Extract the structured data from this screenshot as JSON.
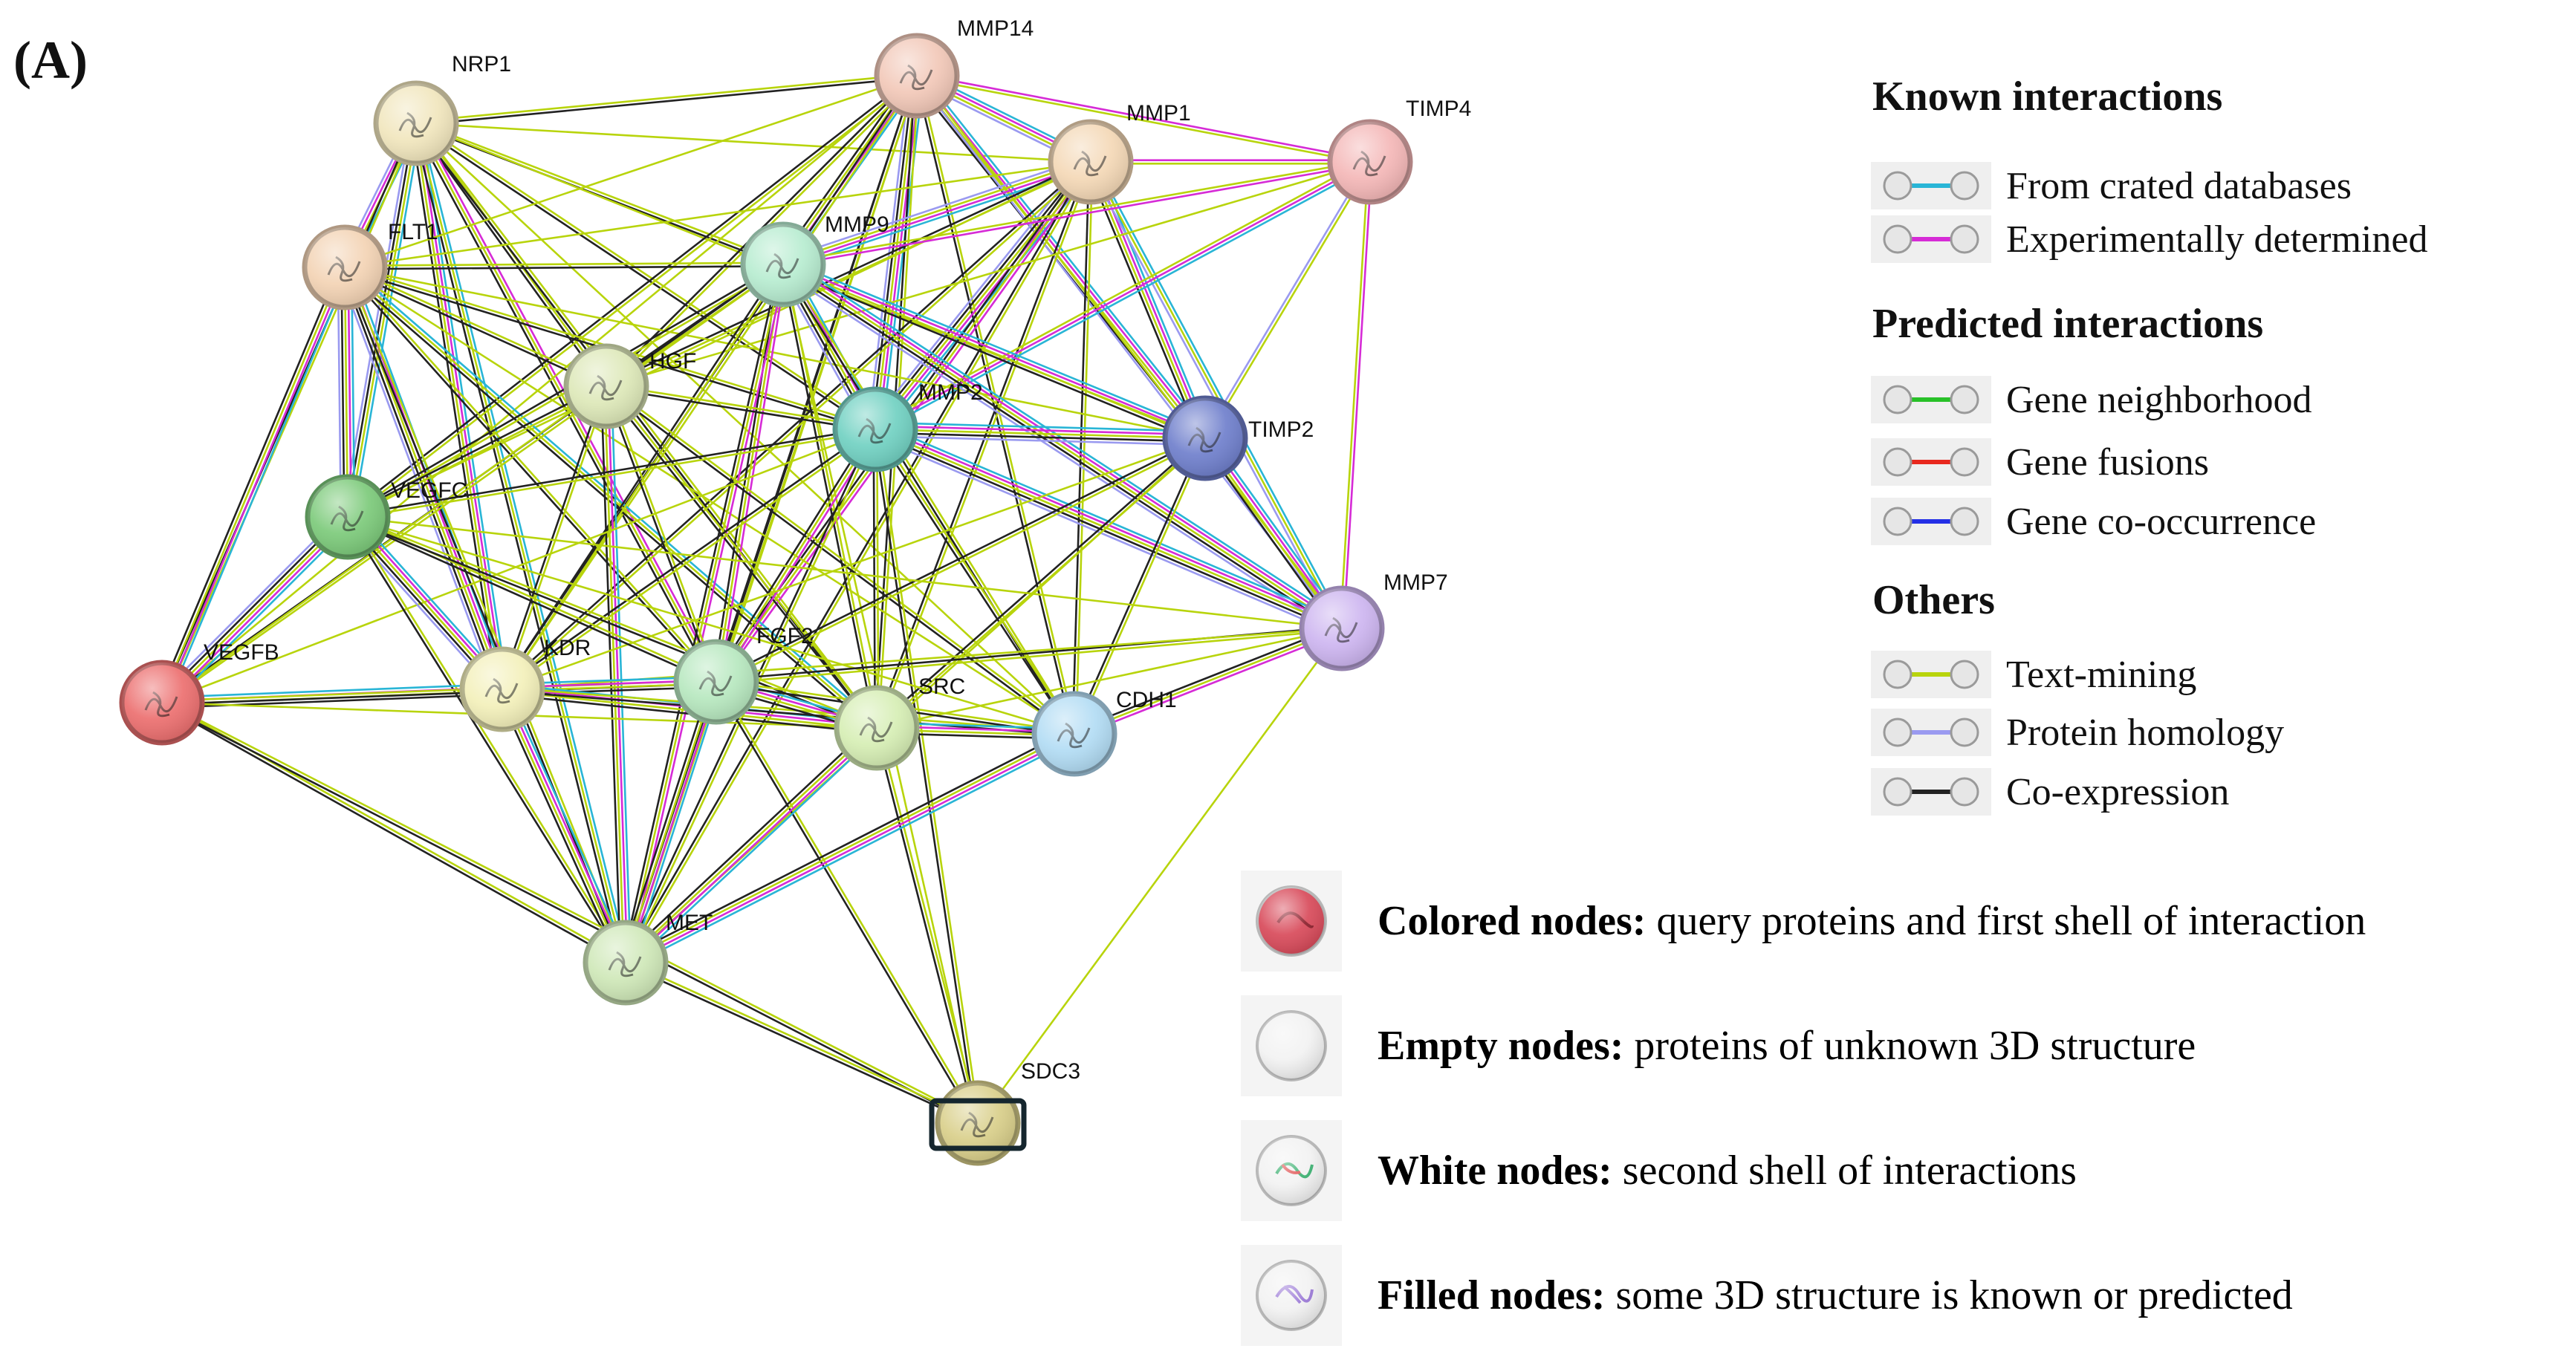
{
  "panel_label": "(A)",
  "nodes": [
    {
      "id": "NRP1",
      "label": "NRP1",
      "color": "#f1e6bd"
    },
    {
      "id": "MMP14",
      "label": "MMP14",
      "color": "#f2c8b8"
    },
    {
      "id": "MMP1",
      "label": "MMP1",
      "color": "#f4d8b6"
    },
    {
      "id": "TIMP4",
      "label": "TIMP4",
      "color": "#f4b7b7"
    },
    {
      "id": "FLT1",
      "label": "FLT1",
      "color": "#f3d3b4"
    },
    {
      "id": "MMP9",
      "label": "MMP9",
      "color": "#b7ecd0"
    },
    {
      "id": "HGF",
      "label": "HGF",
      "color": "#dde8b8"
    },
    {
      "id": "MMP2",
      "label": "MMP2",
      "color": "#71d1c2"
    },
    {
      "id": "TIMP2",
      "label": "TIMP2",
      "color": "#6f7fcc"
    },
    {
      "id": "VEGFC",
      "label": "VEGFC",
      "color": "#7cca7a"
    },
    {
      "id": "MMP7",
      "label": "MMP7",
      "color": "#cdb5f0"
    },
    {
      "id": "VEGFB",
      "label": "VEGFB",
      "color": "#ec6f6f"
    },
    {
      "id": "KDR",
      "label": "KDR",
      "color": "#f3f0ba"
    },
    {
      "id": "FGF2",
      "label": "FGF2",
      "color": "#b7e8bf"
    },
    {
      "id": "SRC",
      "label": "SRC",
      "color": "#d6eeb4"
    },
    {
      "id": "CDH1",
      "label": "CDH1",
      "color": "#b2dcf4"
    },
    {
      "id": "MET",
      "label": "MET",
      "color": "#cfe8b8"
    },
    {
      "id": "SDC3",
      "label": "SDC3",
      "color": "#d9cf8a"
    }
  ],
  "edge_colors": {
    "curated": "#29b5d6",
    "experimental": "#d62bd6",
    "neighborhood": "#28c128",
    "fusion": "#e8281e",
    "cooccurrence": "#2430e6",
    "textmining": "#b8d40c",
    "homology": "#9a9af0",
    "coexpression": "#222222"
  },
  "legend": {
    "known_heading": "Known interactions",
    "predicted_heading": "Predicted interactions",
    "others_heading": "Others",
    "items": [
      {
        "label": "From crated databases",
        "color_key": "curated"
      },
      {
        "label": "Experimentally  determined",
        "color_key": "experimental"
      },
      {
        "label": "Gene neighborhood",
        "color_key": "neighborhood"
      },
      {
        "label": "Gene fusions",
        "color_key": "fusion"
      },
      {
        "label": "Gene co-occurrence",
        "color_key": "cooccurrence"
      },
      {
        "label": "Text-mining",
        "color_key": "textmining"
      },
      {
        "label": "Protein homology",
        "color_key": "homology"
      },
      {
        "label": "Co-expression",
        "color_key": "coexpression"
      }
    ]
  },
  "node_legend": [
    {
      "bold": "Colored nodes:",
      "text": "query proteins and first shell of interaction",
      "style": "colored"
    },
    {
      "bold": "Empty nodes:",
      "text": "proteins of unknown 3D structure",
      "style": "empty"
    },
    {
      "bold": "White nodes:",
      "text": "second shell of interactions",
      "style": "white"
    },
    {
      "bold": "Filled nodes:",
      "text": "some 3D structure is known or predicted",
      "style": "filled"
    }
  ]
}
